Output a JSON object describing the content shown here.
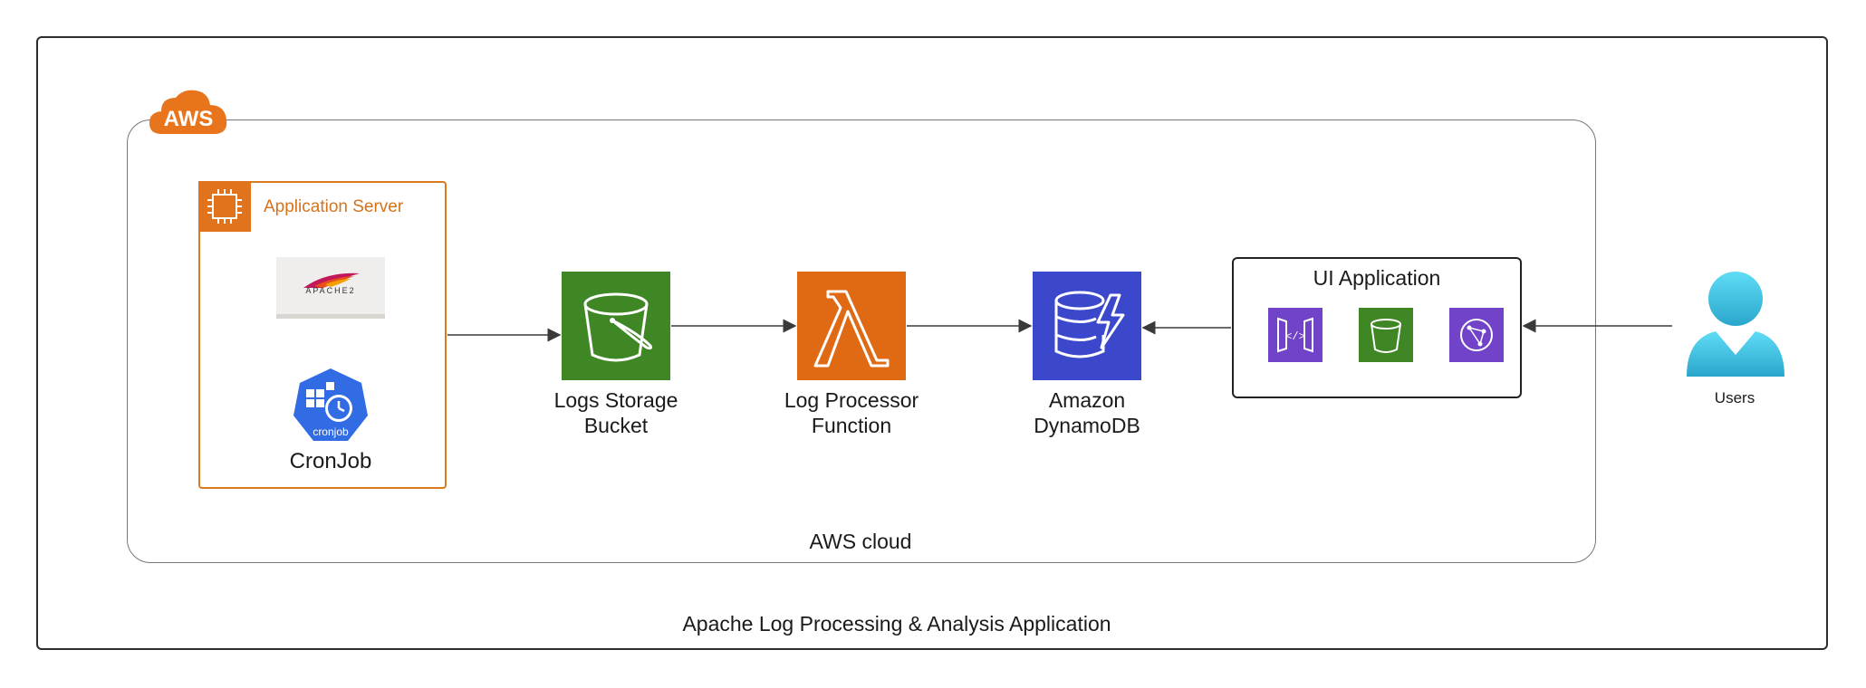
{
  "diagram": {
    "title": "Apache Log Processing & Analysis Application",
    "cloud": {
      "badge": "AWS",
      "caption": "AWS cloud"
    },
    "app_server": {
      "label": "Application Server",
      "apache_logo_text": "APACHE2",
      "cronjob_label": "CronJob",
      "cronjob_icon_text": "cronjob"
    },
    "services": {
      "s3": {
        "label_line1": "Logs Storage",
        "label_line2": "Bucket",
        "color": "#3f8624"
      },
      "lambda": {
        "label_line1": "Log Processor",
        "label_line2": "Function",
        "color": "#e06a14"
      },
      "dynamodb": {
        "label_line1": "Amazon",
        "label_line2": "DynamoDB",
        "color": "#3b48cc"
      }
    },
    "ui_app": {
      "title": "UI Application",
      "icons": [
        "api-gateway-icon",
        "s3-bucket-icon",
        "cloudfront-icon"
      ],
      "colors": {
        "api_gateway": "#7143c9",
        "s3": "#3f8624",
        "cloudfront": "#7143c9"
      }
    },
    "users": {
      "label": "Users"
    },
    "colors": {
      "aws_orange": "#e8751c",
      "arrow": "#3a3a3a"
    }
  }
}
